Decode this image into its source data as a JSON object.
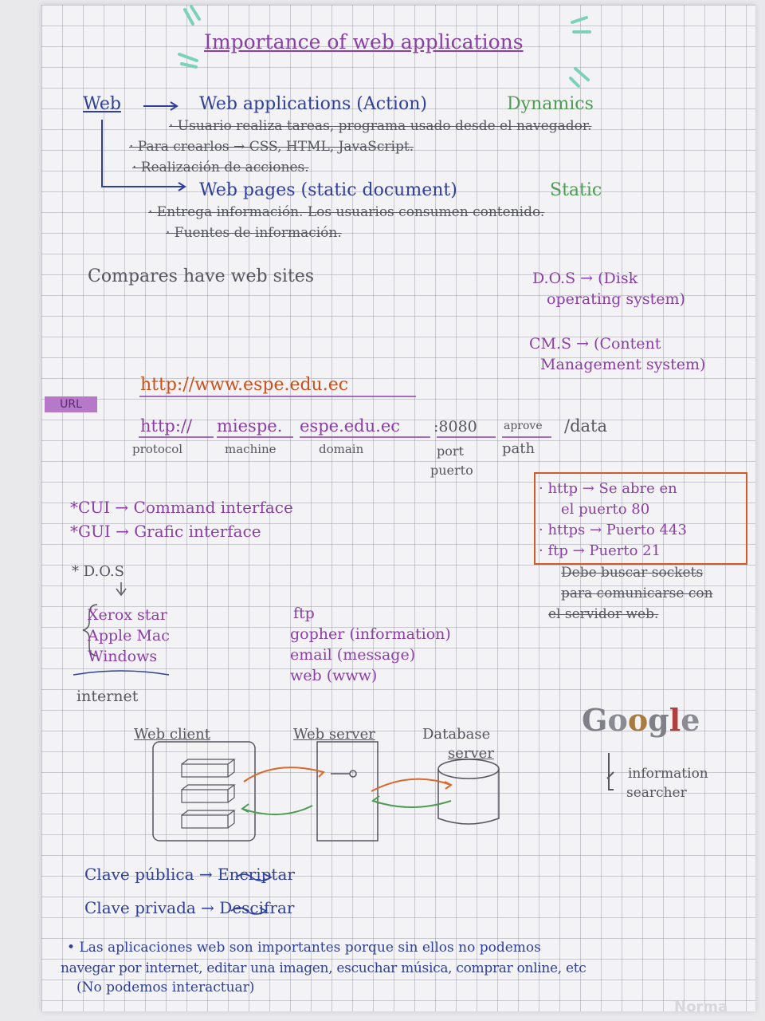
{
  "title": "Importance of web applications",
  "web_section": {
    "root": "Web",
    "apps": {
      "heading": "Web applications (Action)",
      "tag": "Dynamics",
      "bullets": [
        "· Usuario realiza tareas, programa usado desde el navegador.",
        "· Para crearlos → CSS, HTML, JavaScript.",
        "· Realización de acciones."
      ]
    },
    "pages": {
      "heading": "Web pages (static document)",
      "tag": "Static",
      "bullets": [
        "· Entrega información. Los usuarios consumen contenido.",
        "· Fuentes de información."
      ]
    }
  },
  "companies_line": "Compares have web sites",
  "dos_def": [
    "D.O.S → (Disk",
    "operating system)"
  ],
  "cms_def": [
    "CM.S → (Content",
    "Management system)"
  ],
  "url_tag": "URL",
  "url_example": "http://www.espe.edu.ec",
  "url_parts": {
    "protocol": "http://",
    "machine": "miespe.",
    "domain": "espe.edu.ec",
    "port": ":8080",
    "approve": "aprove",
    "path": "/data",
    "protocol_label": "protocol",
    "machine_label": "machine",
    "domain_label": "domain",
    "port_label": "port",
    "port_label_es": "puerto",
    "path_label": "path"
  },
  "ports_box": [
    "· http → Se abre en",
    "el puerto 80",
    "· https → Puerto 443",
    "· ftp → Puerto 21"
  ],
  "ports_note": [
    "Debe buscar sockets",
    "para comunicarse con",
    "el servidor web."
  ],
  "interfaces": [
    "*CUI → Command interface",
    "*GUI → Grafic interface"
  ],
  "dos_heading": "* D.O.S",
  "dos_systems": [
    "Xerox star",
    "Apple Mac",
    "Windows"
  ],
  "internet_label": "internet",
  "protocols": [
    "ftp",
    "gopher (information)",
    "email (message)",
    "web (www)"
  ],
  "google": {
    "letters": [
      "G",
      "o",
      "o",
      "g",
      "l",
      "e"
    ],
    "caption": [
      "information",
      "searcher"
    ]
  },
  "diagram": {
    "client": "Web client",
    "server": "Web server",
    "database": [
      "Database",
      "server"
    ]
  },
  "keys": [
    "Clave pública → Encriptar",
    "Clave privada → Descifrar"
  ],
  "conclusion": [
    "• Las aplicaciones web son importantes porque sin ellos no podemos",
    "navegar por internet, editar una imagen, escuchar música, comprar online, etc",
    "(No podemos interactuar)"
  ],
  "watermark": "Norma"
}
